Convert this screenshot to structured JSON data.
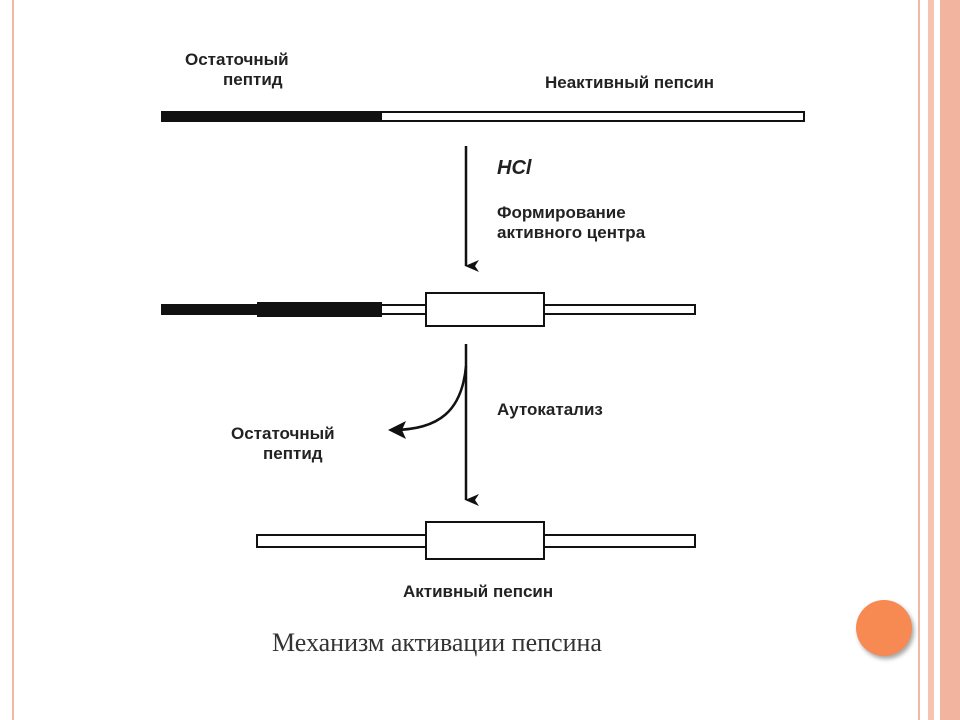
{
  "labels": {
    "residual_peptide_top_line1": "Остаточный",
    "residual_peptide_top_line2": "пептид",
    "inactive_pepsin": "Неактивный пепсин",
    "hcl": "HCl",
    "formation_line1": "Формирование",
    "formation_line2": "активного центра",
    "autocatalysis": "Аутокатализ",
    "residual_peptide_side_line1": "Остаточный",
    "residual_peptide_side_line2": "пептид",
    "active_pepsin": "Активный пепсин"
  },
  "caption": "Механизм активации пепсина",
  "colors": {
    "accent_dot": "#f68a52",
    "border_stripe": "#f5c3b0"
  }
}
